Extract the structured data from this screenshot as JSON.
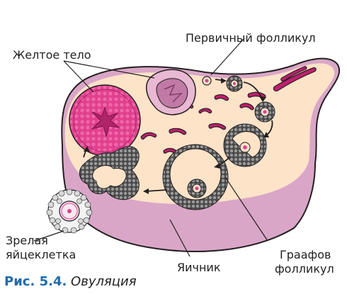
{
  "labels": {
    "corpus_luteum": "Желтое тело",
    "primary_follicle": "Первичный фолликул",
    "mature_egg_line1": "Зрелая",
    "mature_egg_line2": "яйцеклетка",
    "ovary": "Яичник",
    "graafian_line1": "Граафов",
    "graafian_line2": "фолликул"
  },
  "caption": {
    "number": "Рис. 5.4.",
    "title": "Овуляция"
  },
  "colors": {
    "ovary_outer": "#d9a6c7",
    "ovary_inner": "#fde3c8",
    "corpus_luteum": "#e23f8f",
    "vessels": "#be1e6e",
    "follicle_cells": "#575757",
    "outline": "#231f20",
    "caption_number": "#1f6bab"
  }
}
